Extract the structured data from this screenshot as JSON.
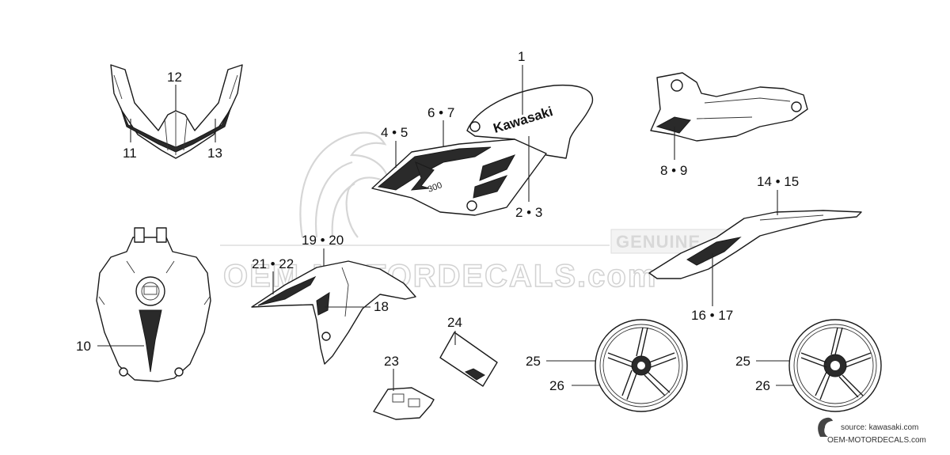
{
  "diagram": {
    "callouts": [
      {
        "id": "c1",
        "text": "1"
      },
      {
        "id": "c67",
        "text": "6 • 7"
      },
      {
        "id": "c45",
        "text": "4 • 5"
      },
      {
        "id": "c23",
        "text": "2 • 3"
      },
      {
        "id": "c12",
        "text": "12"
      },
      {
        "id": "c11",
        "text": "11"
      },
      {
        "id": "c13",
        "text": "13"
      },
      {
        "id": "c89",
        "text": "8 • 9"
      },
      {
        "id": "c1415",
        "text": "14 • 15"
      },
      {
        "id": "c1617",
        "text": "16 • 17"
      },
      {
        "id": "c1920",
        "text": "19 • 20"
      },
      {
        "id": "c2122",
        "text": "21 • 22"
      },
      {
        "id": "c18",
        "text": "18"
      },
      {
        "id": "c10",
        "text": "10"
      },
      {
        "id": "c24",
        "text": "24"
      },
      {
        "id": "c23b",
        "text": "23"
      },
      {
        "id": "c25a",
        "text": "25"
      },
      {
        "id": "c26a",
        "text": "26"
      },
      {
        "id": "c25b",
        "text": "25"
      },
      {
        "id": "c26b",
        "text": "26"
      }
    ],
    "decal_text": "Kawasaki",
    "decal_model": "300"
  },
  "watermark": {
    "banner": "OEM-MOTORDECALS.com",
    "badge": "GENUINE"
  },
  "footer": {
    "source": "source: kawasaki.com",
    "site": "OEM-MOTORDECALS.com"
  }
}
